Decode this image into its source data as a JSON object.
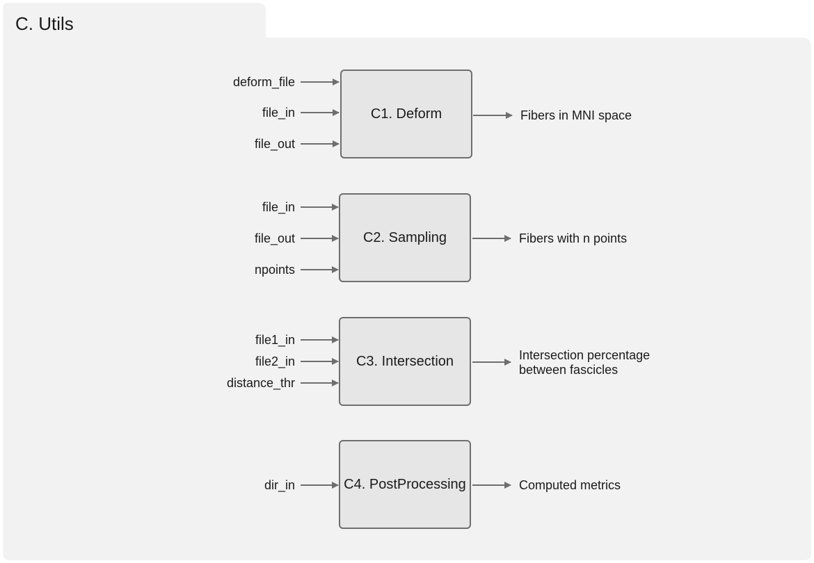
{
  "panel": {
    "title": "C. Utils"
  },
  "modules": [
    {
      "id": "c1",
      "label": "C1. Deform",
      "inputs": [
        "deform_file",
        "file_in",
        "file_out"
      ],
      "output": [
        "Fibers in MNI space"
      ]
    },
    {
      "id": "c2",
      "label": "C2. Sampling",
      "inputs": [
        "file_in",
        "file_out",
        "npoints"
      ],
      "output": [
        "Fibers with n points"
      ]
    },
    {
      "id": "c3",
      "label": "C3. Intersection",
      "inputs": [
        "file1_in",
        "file2_in",
        "distance_thr"
      ],
      "output": [
        "Intersection percentage",
        "between fascicles"
      ]
    },
    {
      "id": "c4",
      "label": "C4. PostProcessing",
      "inputs": [
        "dir_in"
      ],
      "output": [
        "Computed metrics"
      ]
    }
  ],
  "colors": {
    "panel_bg": "#f2f2f2",
    "box_fill": "#e6e6e7",
    "box_border": "#6e6e6e",
    "arrow": "#6e6e6e"
  }
}
